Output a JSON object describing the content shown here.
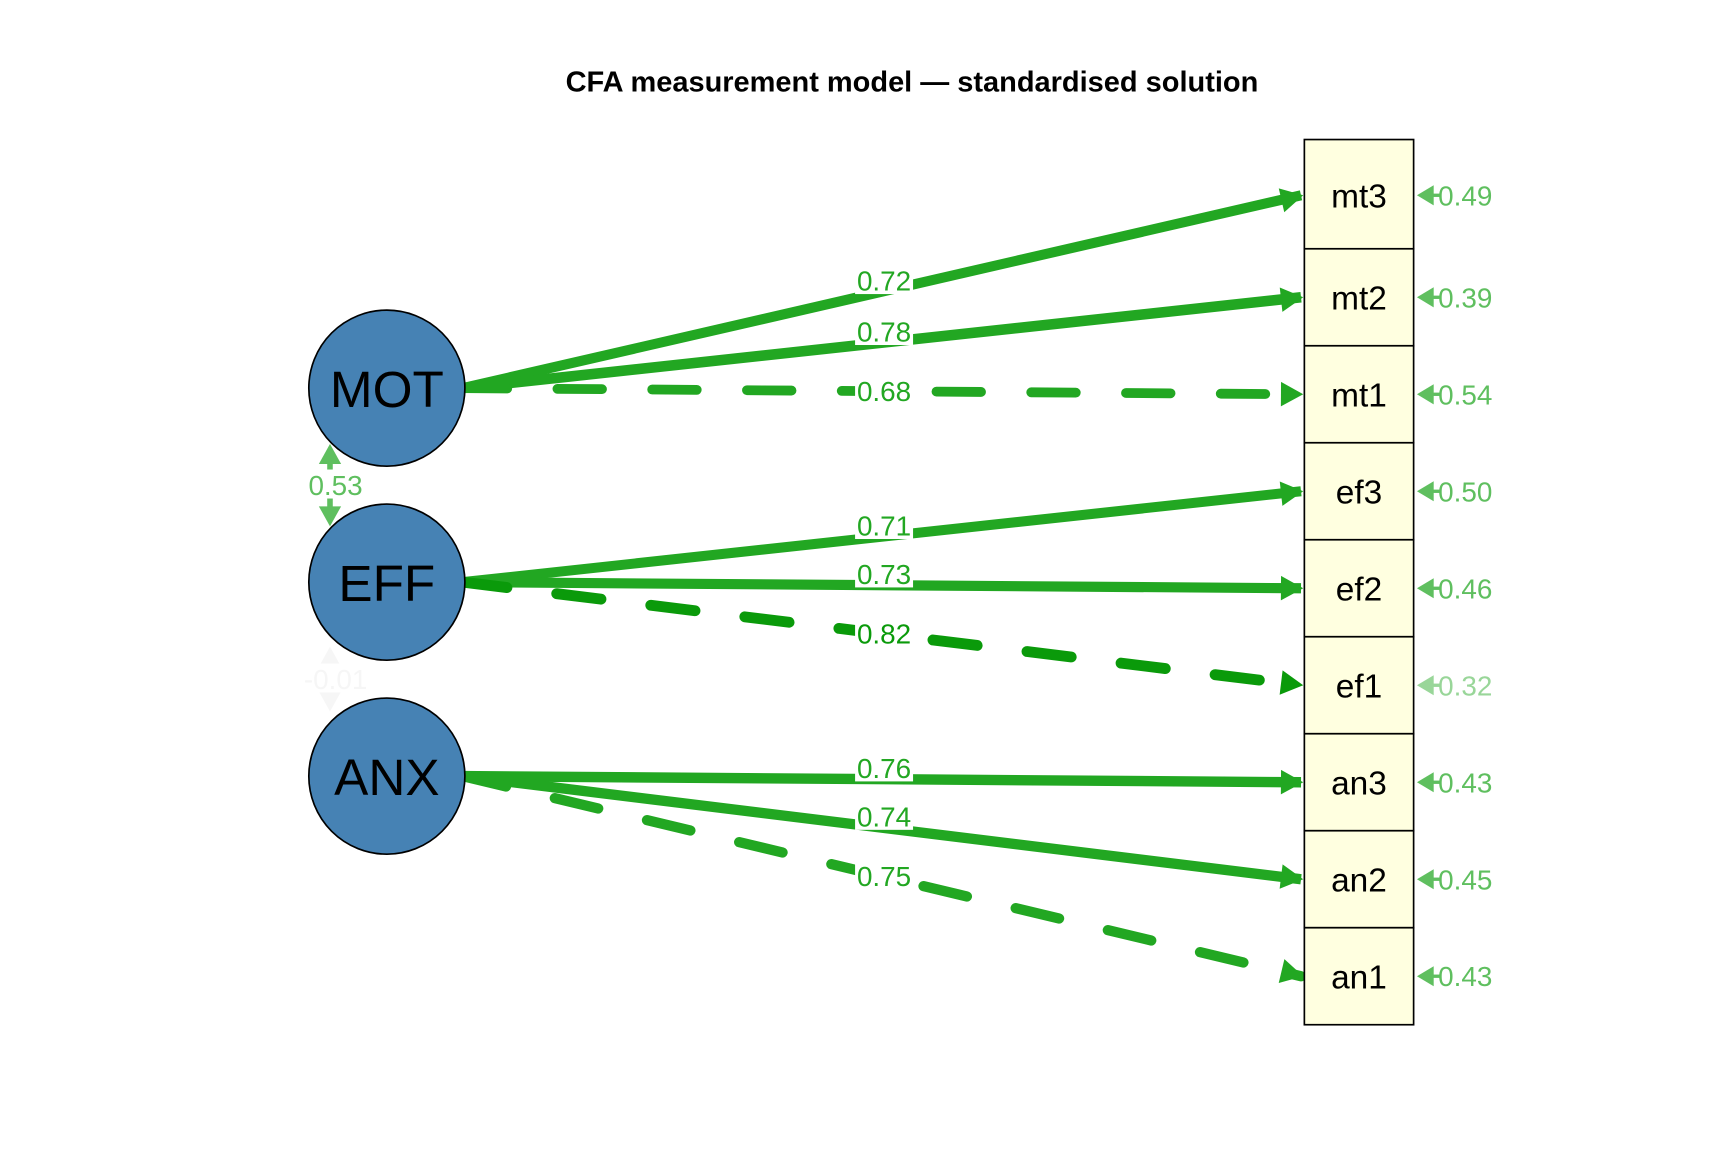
{
  "title": "CFA measurement model — standardised solution",
  "colors": {
    "latent_fill": "#4682b4",
    "indicator_fill": "#ffffe0",
    "loading": "#22a722",
    "loading_strong": "#0a9a0a",
    "residual": "#5fbf5f",
    "residual_light": "#99d699",
    "covariance": "#5fbf5f",
    "covariance_faint": "#f6f6f6"
  },
  "latents": [
    {
      "id": "MOT",
      "label": "MOT"
    },
    {
      "id": "EFF",
      "label": "EFF"
    },
    {
      "id": "ANX",
      "label": "ANX"
    }
  ],
  "indicators": [
    {
      "label": "mt3",
      "factor": "MOT",
      "loading": "0.72",
      "fixed": false,
      "residual": "0.49"
    },
    {
      "label": "mt2",
      "factor": "MOT",
      "loading": "0.78",
      "fixed": false,
      "residual": "0.39"
    },
    {
      "label": "mt1",
      "factor": "MOT",
      "loading": "0.68",
      "fixed": true,
      "residual": "0.54"
    },
    {
      "label": "ef3",
      "factor": "EFF",
      "loading": "0.71",
      "fixed": false,
      "residual": "0.50"
    },
    {
      "label": "ef2",
      "factor": "EFF",
      "loading": "0.73",
      "fixed": false,
      "residual": "0.46"
    },
    {
      "label": "ef1",
      "factor": "EFF",
      "loading": "0.82",
      "fixed": true,
      "residual": "0.32"
    },
    {
      "label": "an3",
      "factor": "ANX",
      "loading": "0.76",
      "fixed": false,
      "residual": "0.43"
    },
    {
      "label": "an2",
      "factor": "ANX",
      "loading": "0.74",
      "fixed": false,
      "residual": "0.45"
    },
    {
      "label": "an1",
      "factor": "ANX",
      "loading": "0.75",
      "fixed": true,
      "residual": "0.43"
    }
  ],
  "covariances": [
    {
      "from": "MOT",
      "to": "EFF",
      "value": "0.53"
    },
    {
      "from": "EFF",
      "to": "ANX",
      "value": "-0.01"
    }
  ]
}
